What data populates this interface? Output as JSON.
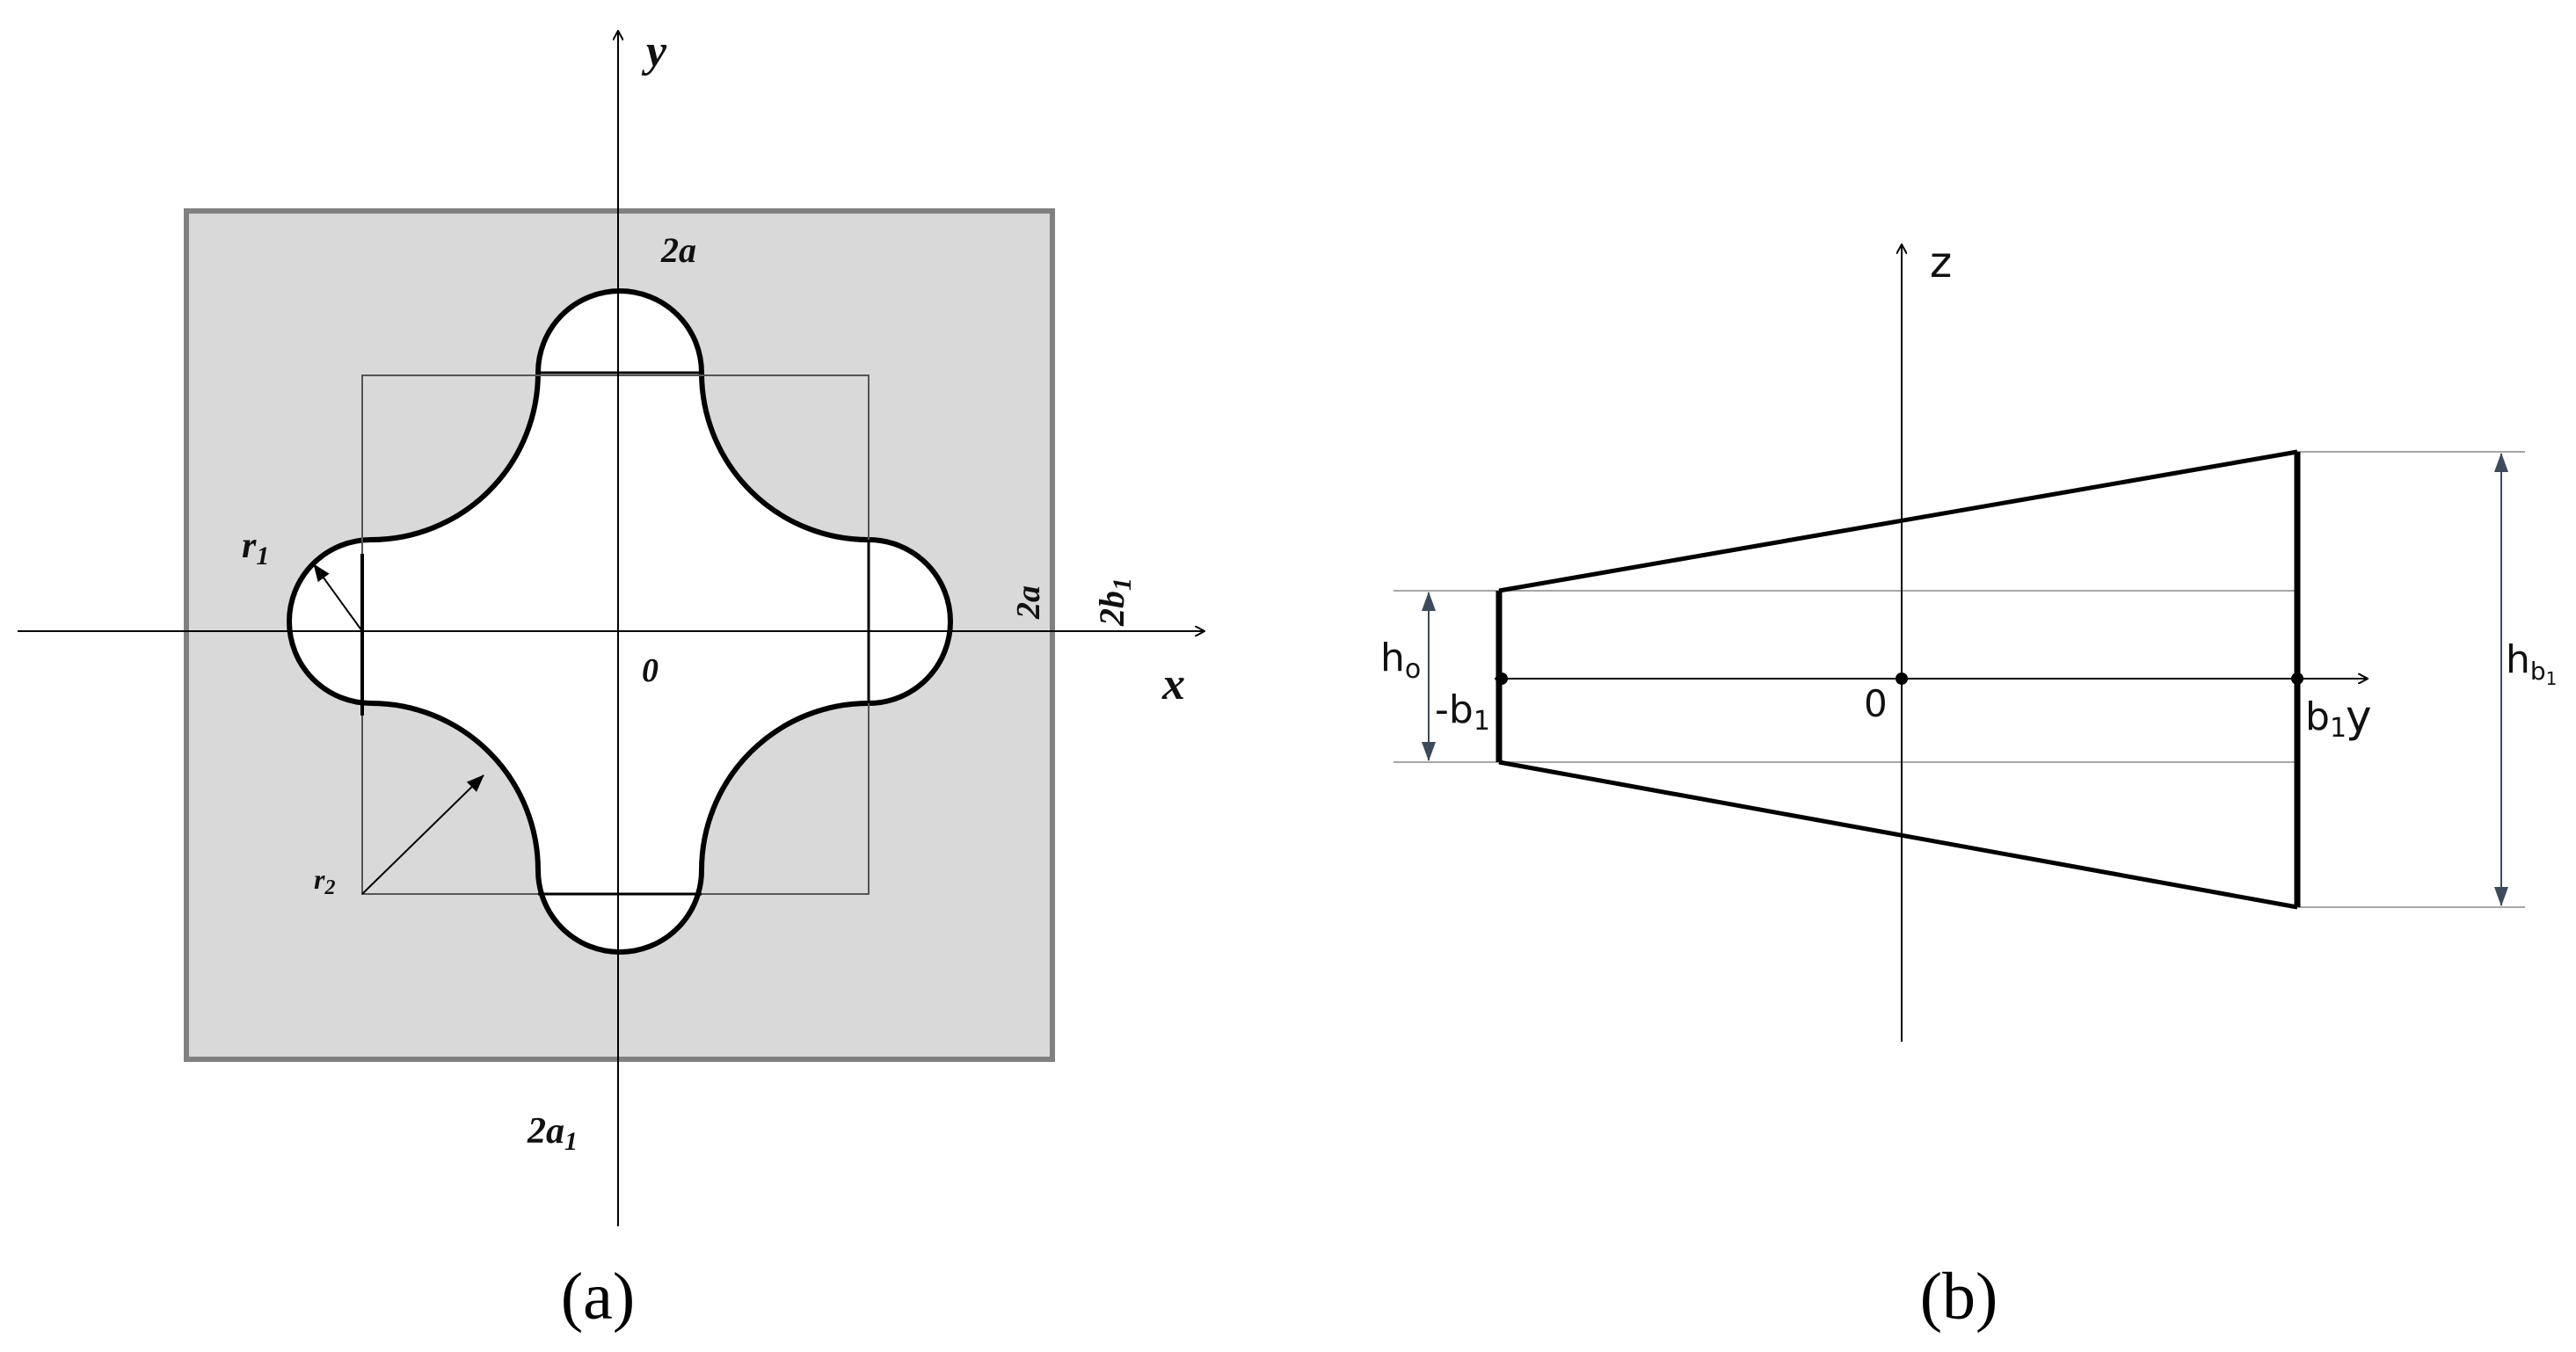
{
  "panel_a": {
    "axis_x": "x",
    "axis_y": "y",
    "origin": "0",
    "label_2a_top": "2a",
    "label_2a_right": "2a",
    "label_2b1": "2b",
    "label_2b1_sub": "1",
    "label_2a1": "2a",
    "label_2a1_sub": "1",
    "label_r1": "r",
    "label_r1_sub": "1",
    "label_r2": "r",
    "label_r2_sub": "2",
    "caption": "(a)",
    "colors": {
      "plate_fill": "#d9d9d9",
      "plate_stroke": "#808080",
      "contour": "#000000"
    }
  },
  "panel_b": {
    "axis_z": "z",
    "axis_y": "y",
    "origin": "0",
    "label_neg_b1": "-b",
    "label_neg_b1_sub": "1",
    "label_b1": "b",
    "label_b1_sub": "1",
    "label_h0": "h",
    "label_h0_sub": "o",
    "label_hb1": "h",
    "label_hb1_sub": "b",
    "label_hb1_subsub": "1",
    "caption": "(b)",
    "colors": {
      "outline": "#000000",
      "guide": "#a6a6a6",
      "dimension": "#3d4a5c"
    }
  }
}
